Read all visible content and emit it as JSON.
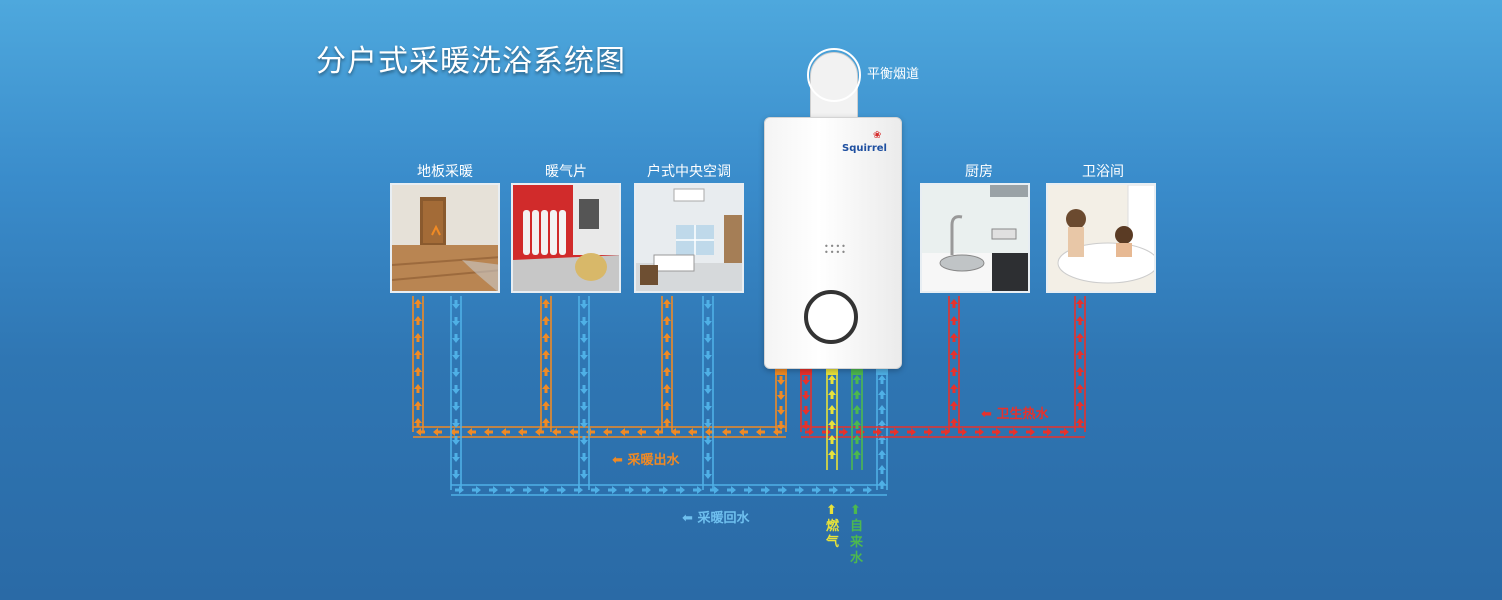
{
  "title": "分户式采暖洗浴系统图",
  "flue_label": "平衡烟道",
  "heater": {
    "brand": "Squirrel"
  },
  "rooms": [
    {
      "label": "地板采暖",
      "icon": "floor-heating-photo"
    },
    {
      "label": "暖气片",
      "icon": "radiator-photo"
    },
    {
      "label": "户式中央空调",
      "icon": "central-ac-photo"
    },
    {
      "label": "厨房",
      "icon": "kitchen-photo"
    },
    {
      "label": "卫浴间",
      "icon": "bathroom-photo"
    }
  ],
  "flows": {
    "heating_out": "采暖出水",
    "heating_return": "采暖回水",
    "sanitary_hot": "卫生热水",
    "gas": "燃气",
    "tap_water": "自来水"
  },
  "colors": {
    "heating_out": "#f08a24",
    "heating_return": "#4fb0e6",
    "sanitary_hot": "#e8312b",
    "gas": "#e8e23a",
    "tap_water": "#4cb84f"
  }
}
